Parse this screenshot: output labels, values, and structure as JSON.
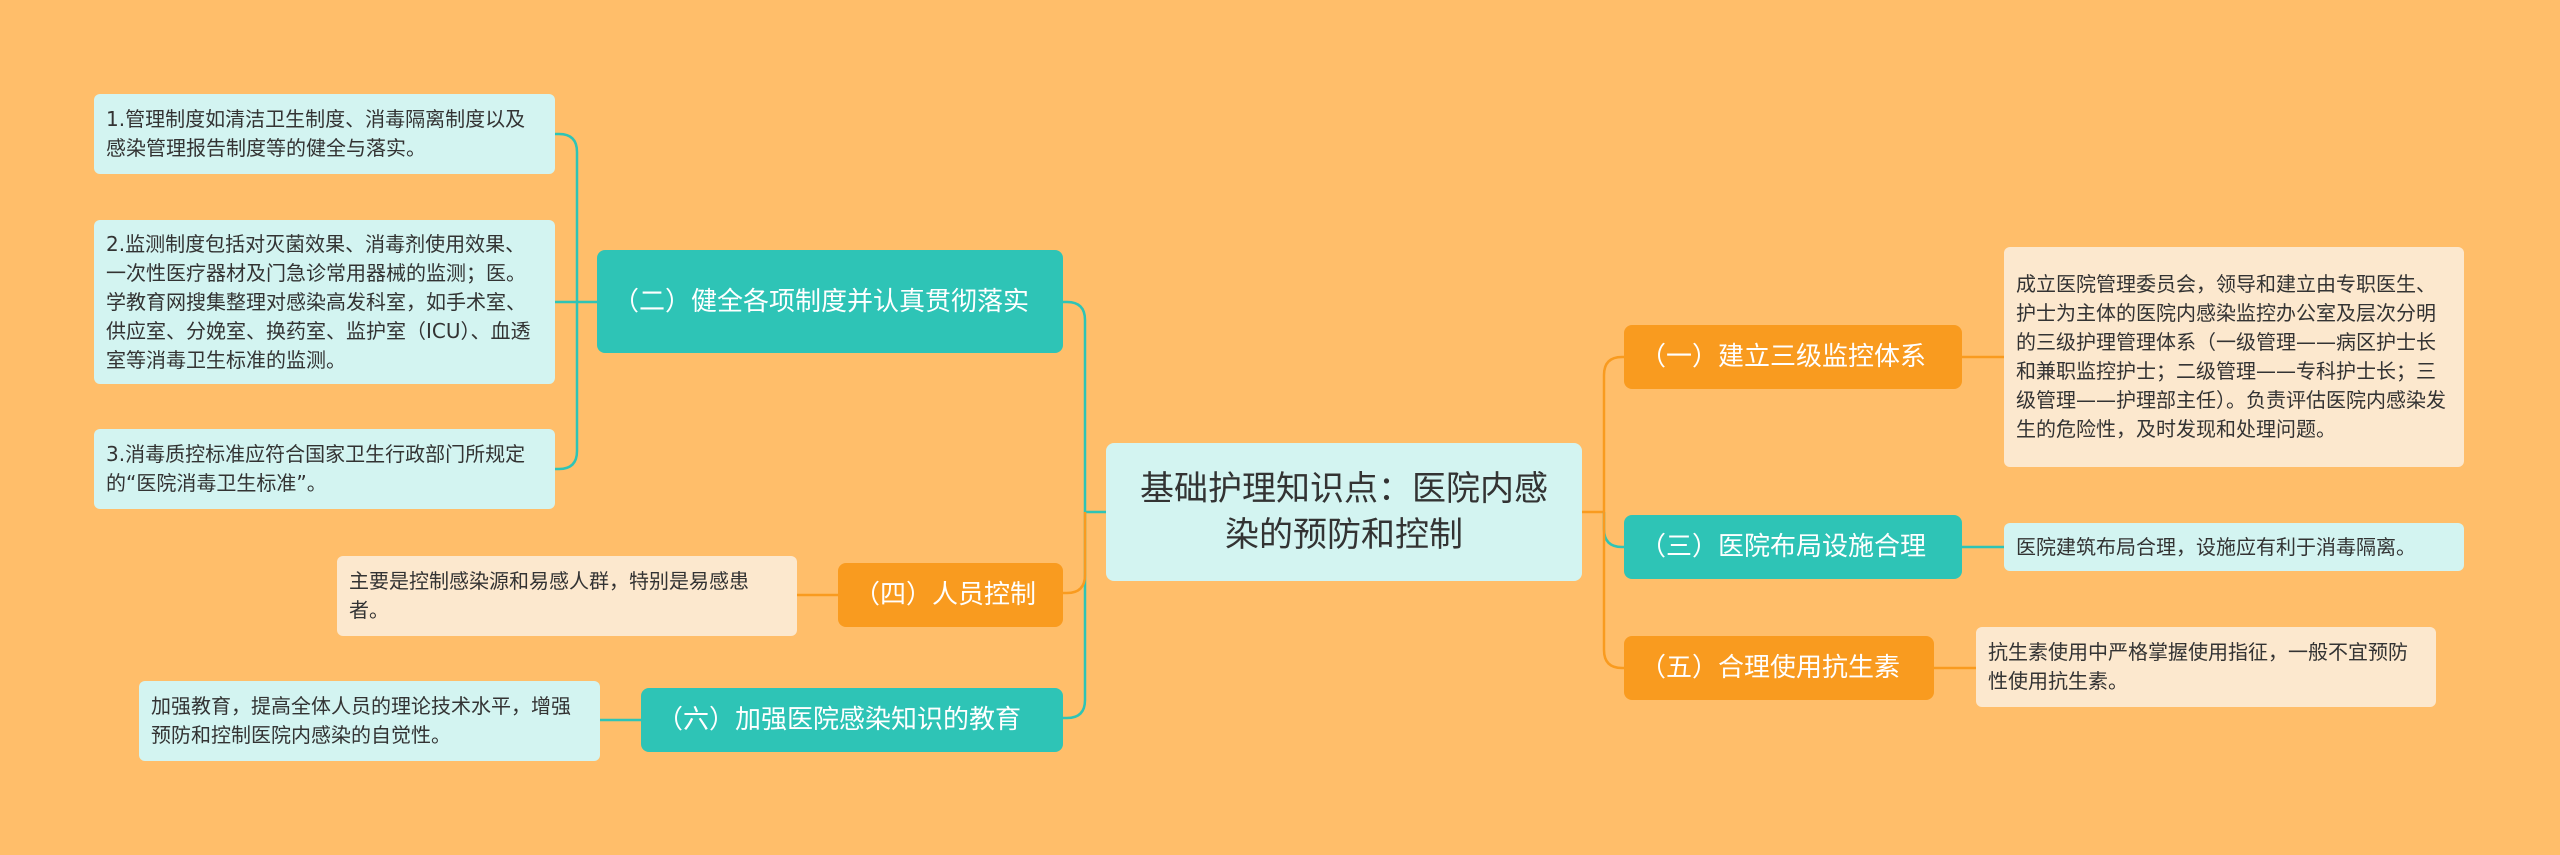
{
  "title": "基础护理知识点：医院内感染的预防和控制",
  "branches": [
    {
      "label": "（二）健全各项制度并认真贯彻落实",
      "children": [
        "1.管理制度如清洁卫生制度、消毒隔离制度以及感染管理报告制度等的健全与落实。",
        "2.监测制度包括对灭菌效果、消毒剂使用效果、一次性医疗器材及门急诊常用器械的监测；医。学教育网搜集整理对感染高发科室，如手术室、供应室、分娩室、换药室、监护室（ICU）、血透室等消毒卫生标准的监测。",
        "3.消毒质控标准应符合国家卫生行政部门所规定的“医院消毒卫生标准”。"
      ]
    },
    {
      "label": "（四）人员控制",
      "children": [
        "主要是控制感染源和易感人群，特别是易感患者。"
      ]
    },
    {
      "label": "（六）加强医院感染知识的教育",
      "children": [
        "加强教育，提高全体人员的理论技术水平，增强预防和控制医院内感染的自觉性。"
      ]
    },
    {
      "label": "（一）建立三级监控体系",
      "children": [
        "成立医院管理委员会，领导和建立由专职医生、护士为主体的医院内感染监控办公室及层次分明的三级护理管理体系（一级管理——病区护士长和兼职监控护士；二级管理——专科护士长；三级管理——护理部主任）。负责评估医院内感染发生的危险性，及时发现和处理问题。"
      ]
    },
    {
      "label": "（三）医院布局设施合理",
      "children": [
        "医院建筑布局合理，设施应有利于消毒隔离。"
      ]
    },
    {
      "label": "（五）合理使用抗生素",
      "children": [
        "抗生素使用中严格掌握使用指征，一般不宜预防性使用抗生素。"
      ]
    }
  ],
  "colors": {
    "background": "#FFBE6A",
    "teal": "#2EC4B6",
    "orange": "#F99B1F",
    "leaf_teal": "#D3F4F1",
    "leaf_cream": "#FCE8CE"
  }
}
